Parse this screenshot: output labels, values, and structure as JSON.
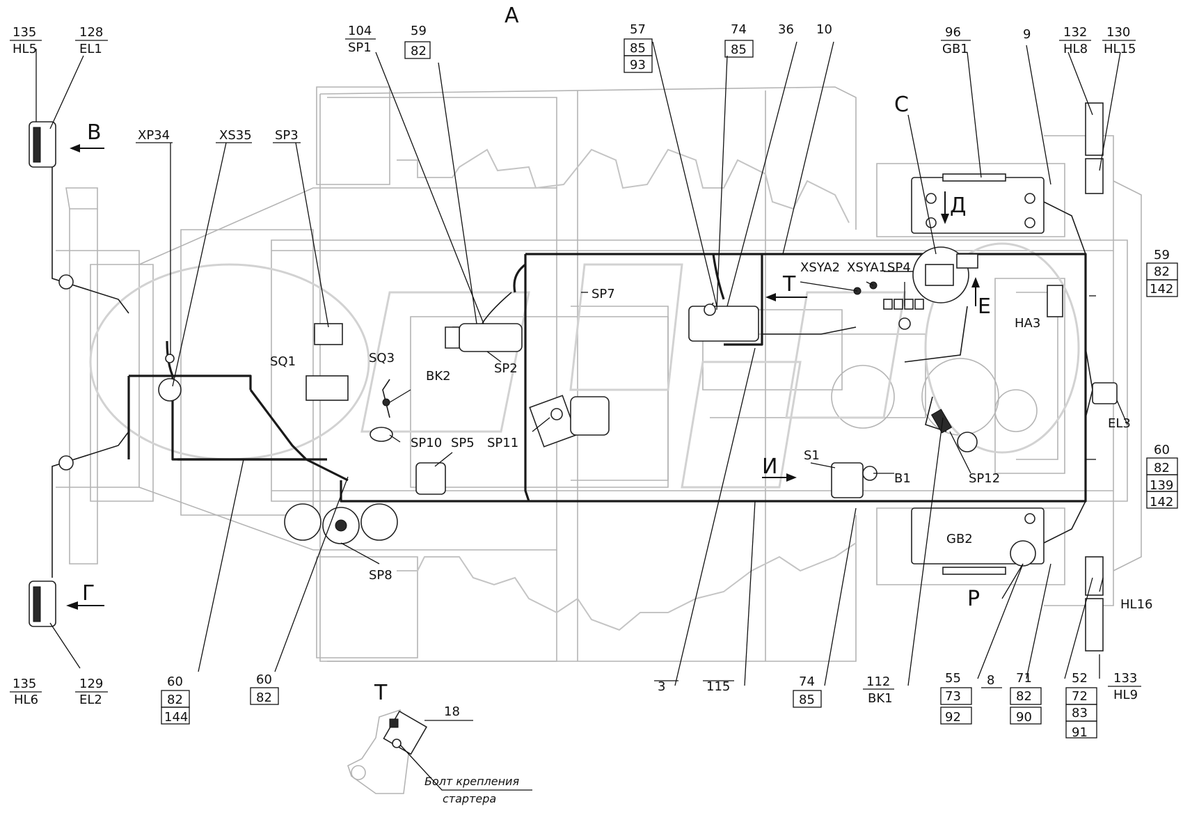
{
  "view_title": "А",
  "view_labels": {
    "B": "В",
    "G": "Г",
    "C": "С",
    "D": "Д",
    "E": "Е",
    "T": "Т",
    "I": "И",
    "R": "Р",
    "T_detail": "Т"
  },
  "callouts": {
    "c135_top": "135",
    "hl5": "HL5",
    "c128": "128",
    "el1": "EL1",
    "xp34": "XP34",
    "xs35": "XS35",
    "sp3": "SP3",
    "c104": "104",
    "sp1": "SP1",
    "c59_top": "59",
    "c82_top": "82",
    "c57": "57",
    "c85_a": "85",
    "c93": "93",
    "c74_top": "74",
    "c85_b": "85",
    "c36": "36",
    "c10": "10",
    "c96": "96",
    "gb1": "GB1",
    "c9": "9",
    "c132": "132",
    "hl8": "HL8",
    "c130": "130",
    "hl15": "HL15",
    "c59_r": "59",
    "c82_r": "82",
    "c142_r": "142",
    "ha3": "HA3",
    "el3": "EL3",
    "c60_r": "60",
    "c82_r2": "82",
    "c139": "139",
    "c142_r2": "142",
    "xsya2": "XSYA2",
    "xsya1": "XSYA1",
    "sp4": "SP4",
    "sp7": "SP7",
    "sp2": "SP2",
    "sq1": "SQ1",
    "sq3": "SQ3",
    "bk2": "BK2",
    "sp10": "SP10",
    "sp5": "SP5",
    "sp11": "SP11",
    "s1": "S1",
    "b1": "B1",
    "sp12": "SP12",
    "gb2": "GB2",
    "hl16": "HL16",
    "sp8": "SP8",
    "c135_bot": "135",
    "hl6": "HL6",
    "c129": "129",
    "el2": "EL2",
    "c60_a": "60",
    "c82_a": "82",
    "c144": "144",
    "c60_b": "60",
    "c82_b": "82",
    "c3": "3",
    "c115": "115",
    "c74_bot": "74",
    "c85_bot": "85",
    "c112": "112",
    "bk1": "BK1",
    "c55": "55",
    "c73": "73",
    "c92": "92",
    "c8": "8",
    "c71": "71",
    "c82_c": "82",
    "c90": "90",
    "c52": "52",
    "c72": "72",
    "c83": "83",
    "c91": "91",
    "c133": "133",
    "hl9": "HL9",
    "c18": "18"
  },
  "detail_note": {
    "line1": "Болт крепления",
    "line2": "стартера"
  }
}
